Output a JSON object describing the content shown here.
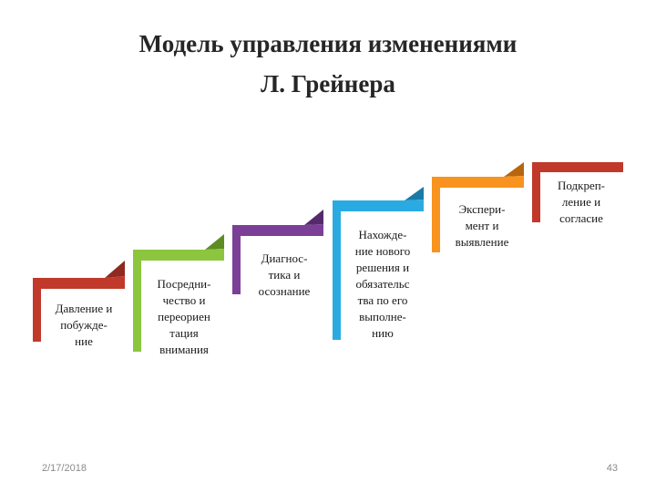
{
  "slide": {
    "title_line1": "Модель управления изменениями",
    "title_line2": "Л. Грейнера",
    "date": "2/17/2018",
    "page_number": "43"
  },
  "steps": [
    {
      "color": "#c0392b",
      "fold": "#8e2a20",
      "lines": [
        "Давление и",
        "побужде-",
        "ние"
      ]
    },
    {
      "color": "#8cc63f",
      "fold": "#5e8c24",
      "lines": [
        "Посредни-",
        "чество и",
        "переориен",
        "тация",
        "внимания"
      ]
    },
    {
      "color": "#7b3f98",
      "fold": "#552a6c",
      "lines": [
        "Диагнос-",
        "тика и",
        "осознание"
      ]
    },
    {
      "color": "#29abe2",
      "fold": "#1a7aa6",
      "lines": [
        "Нахожде-",
        "ние нового",
        "решения и",
        "обязательс",
        "тва по его",
        "выполне-",
        "нию"
      ]
    },
    {
      "color": "#f7931e",
      "fold": "#b8650f",
      "lines": [
        "Экспери-",
        "мент и",
        "выявление"
      ]
    },
    {
      "color": "#c0392b",
      "fold": "#8e2a20",
      "lines": [
        "Подкреп-",
        "ление и",
        "согласие"
      ]
    }
  ]
}
